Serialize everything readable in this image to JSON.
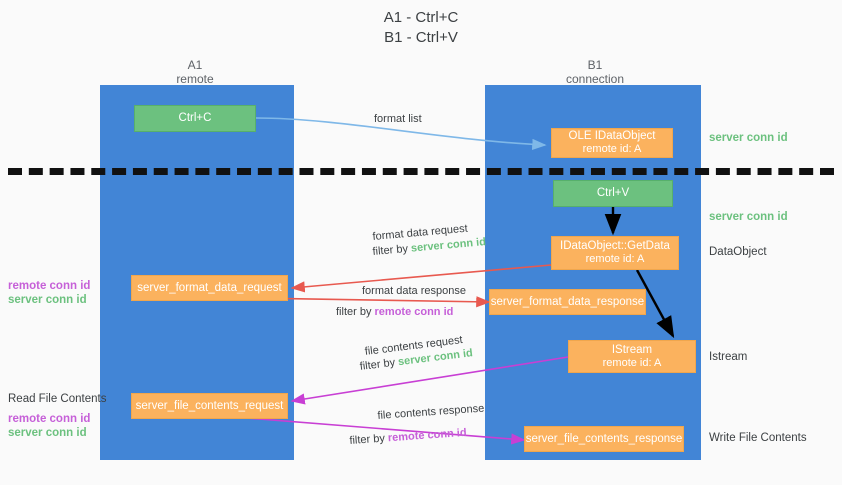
{
  "title": {
    "line1": "A1 - Ctrl+C",
    "line2": "B1 - Ctrl+V"
  },
  "columns": [
    {
      "name": "A1",
      "sub": "remote"
    },
    {
      "name": "B1",
      "sub": "connection"
    }
  ],
  "boxes": {
    "ctrl_c": {
      "line1": "Ctrl+C"
    },
    "ole_idataobject": {
      "line1": "OLE IDataObject",
      "line2": "remote id: A"
    },
    "ctrl_v": {
      "line1": "Ctrl+V"
    },
    "getdata": {
      "line1": "IDataObject::GetData",
      "line2": "remote id: A"
    },
    "server_format_data_request": {
      "line1": "server_format_data_request"
    },
    "server_format_data_response": {
      "line1": "server_format_data_response"
    },
    "istream": {
      "line1": "IStream",
      "line2": "remote id: A"
    },
    "server_file_contents_request": {
      "line1": "server_file_contents_request"
    },
    "server_file_contents_response": {
      "line1": "server_file_contents_response"
    }
  },
  "edge_labels": {
    "format_list": "format list",
    "format_data_request": "format data request",
    "format_data_request_filter_prefix": "filter by ",
    "format_data_request_filter_value": "server conn id",
    "format_data_response": "format data response",
    "format_data_response_filter_prefix": "filter by ",
    "format_data_response_filter_value": "remote conn id",
    "file_contents_request": "file contents request",
    "file_contents_request_filter_prefix": "filter by ",
    "file_contents_request_filter_value": "server conn id",
    "file_contents_response": "file contents response",
    "file_contents_response_filter_prefix": "filter by ",
    "file_contents_response_filter_value": "remote conn id"
  },
  "right_labels": {
    "server_conn_id_top": "server conn id",
    "server_conn_id_mid": "server conn id",
    "dataobject": "DataObject",
    "istream": "Istream",
    "write_file_contents": "Write File Contents"
  },
  "left_labels": {
    "remote_conn_id_1": "remote conn id",
    "server_conn_id_1": "server conn id",
    "read_file_contents": "Read File Contents",
    "remote_conn_id_2": "remote conn id",
    "server_conn_id_2": "server conn id"
  },
  "colors": {
    "lane": "#4285d6",
    "green_box": "#6cc17f",
    "orange_box": "#fbb25e",
    "green_text": "#6cc17f",
    "magenta_text": "#c660d8",
    "arrow_blue": "#7fb8e8",
    "arrow_red": "#e8594f",
    "arrow_magenta": "#c83fd4",
    "arrow_black": "#000000",
    "background": "#fafafa"
  }
}
